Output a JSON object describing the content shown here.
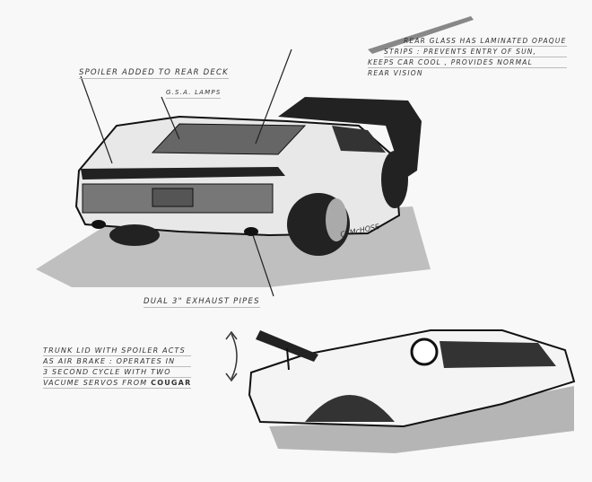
{
  "annotations": {
    "spoiler": "Spoiler added to rear deck",
    "lamps": "G.S.A. Lamps",
    "rear_glass": [
      "Rear glass has laminated opaque",
      "strips : prevents entry of sun,",
      "keeps car cool , provides normal",
      "rear vision"
    ],
    "exhaust": "Dual 3\" exhaust pipes",
    "trunk": [
      "Trunk lid with spoiler acts",
      "as air brake : operates in",
      "3 second cycle with two",
      "vacume servos from"
    ],
    "trunk_bold": "Cougar"
  },
  "signature": "C. McHose",
  "colors": {
    "ink": "#1a1a1a",
    "paper": "#f8f8f8",
    "shadow": "#9a9a9a"
  }
}
